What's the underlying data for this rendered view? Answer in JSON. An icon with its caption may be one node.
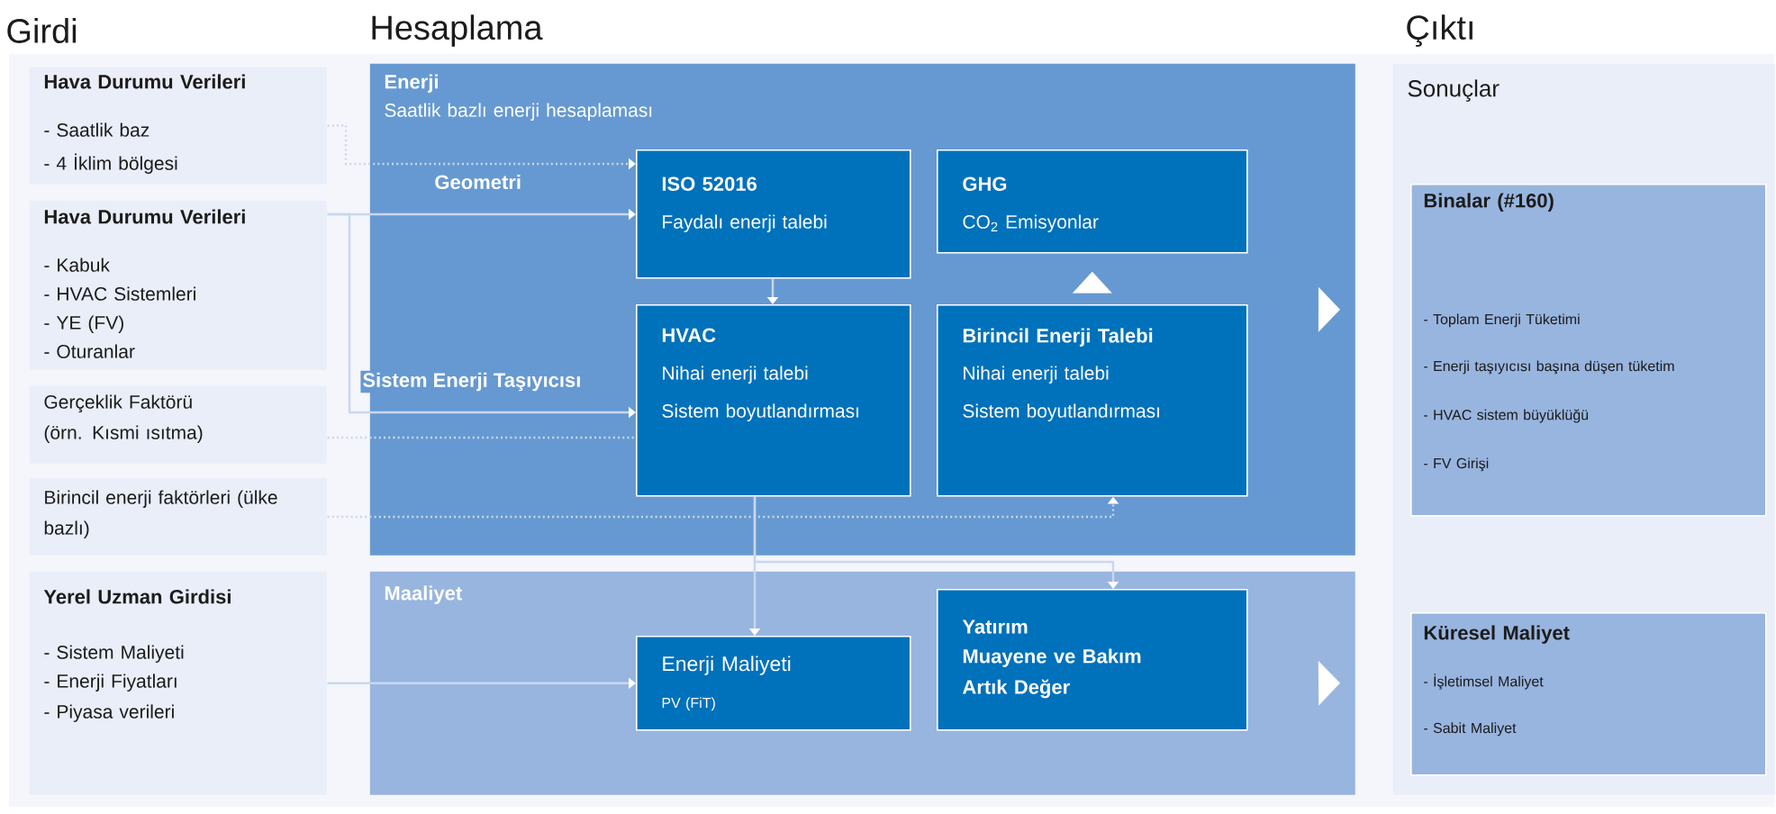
{
  "diagram": {
    "nodes": [
      {
        "text": [
          "Hava Durumu Verileri",
          "- Saatlik baz",
          "- 4 İklim bölgesi"
        ]
      },
      {
        "text": [
          "Hava Durumu Verileri",
          "- Kabuk",
          "- HVAC Sistemleri",
          "- YE (FV)",
          "- Oturanlar"
        ]
      },
      {
        "text": [
          "Gerçeklik Faktörü (örn. Kısmi ısıtma)"
        ]
      },
      {
        "text": [
          "Birincil enerji faktörleri (ülke bazlı)"
        ]
      },
      {
        "text": [
          "Yerel Uzman Girdisi",
          "- Sistem Maliyeti",
          "- Enerji Fiyatları",
          "- Piyasa verileri"
        ]
      },
      {
        "text": [
          "Enerji",
          "Saatlik bazlı enerji hesaplaması"
        ]
      },
      {
        "text": [
          "ISO 52016",
          "Faydalı enerji talebi"
        ],
        "in": 5
      },
      {
        "text": [
          "GHG",
          "CO$_{2}$ Emisyonlar"
        ],
        "in": 5
      },
      {
        "text": [
          "HVAC",
          "Nihai enerji talebi",
          "Sistem boyutlandırması"
        ],
        "in": 5
      },
      {
        "text": [
          "Birincil Enerji Talebi",
          "Nihai enerji talebi",
          "Sistem boyutlandırması"
        ],
        "in": 5
      },
      {
        "text": [
          "Maaliyet"
        ]
      },
      {
        "text": [
          "Enerji Maliyeti",
          "PV (FiT)"
        ],
        "in": 10
      },
      {
        "text": [
          "Yatırım",
          "Muayene ve Bakım",
          "Artık Değer"
        ],
        "in": 10
      },
      {
        "text": [
          "Sonuçlar"
        ]
      },
      {
        "text": [
          "Binalar (#160)",
          "- Toplam Enerji Tüketimi",
          "- Enerji taşıyıcısı başına düşen tüketim",
          "- HVAC sistem büyüklüğü",
          "- FV Girişi"
        ],
        "in": 13
      },
      {
        "text": [
          "Küresel Maliyet",
          "- İşletimsel Maliyet",
          "- Sabit Maliyet"
        ],
        "in": 13
      }
    ],
    "edges": [
      {
        "from": 0,
        "to": 6,
        "arrow": "to",
        "style": "dashed"
      },
      {
        "from": 1,
        "to": 6,
        "arrow": "to",
        "label": "Geometri"
      },
      {
        "from": 1,
        "to": 8,
        "arrow": "to",
        "label": "Sistem Enerji Taşıyıcısı"
      },
      {
        "from": 2,
        "to": 8,
        "arrow": "none",
        "style": "dashed"
      },
      {
        "from": 3,
        "to": 9,
        "arrow": "to",
        "style": "dashed"
      },
      {
        "from": 6,
        "to": 8,
        "arrow": "to"
      },
      {
        "from": 9,
        "to": 7,
        "arrow": "to"
      },
      {
        "from": 8,
        "to": 11,
        "arrow": "to"
      },
      {
        "from": 8,
        "to": 12,
        "arrow": "to"
      },
      {
        "from": 4,
        "to": 11,
        "arrow": "to"
      },
      {
        "from": 5,
        "to": 14,
        "arrow": "to"
      },
      {
        "from": 10,
        "to": 15,
        "arrow": "to"
      }
    ],
    "labels": [
      "Girdi",
      "Hesaplama",
      "Çıktı"
    ]
  }
}
